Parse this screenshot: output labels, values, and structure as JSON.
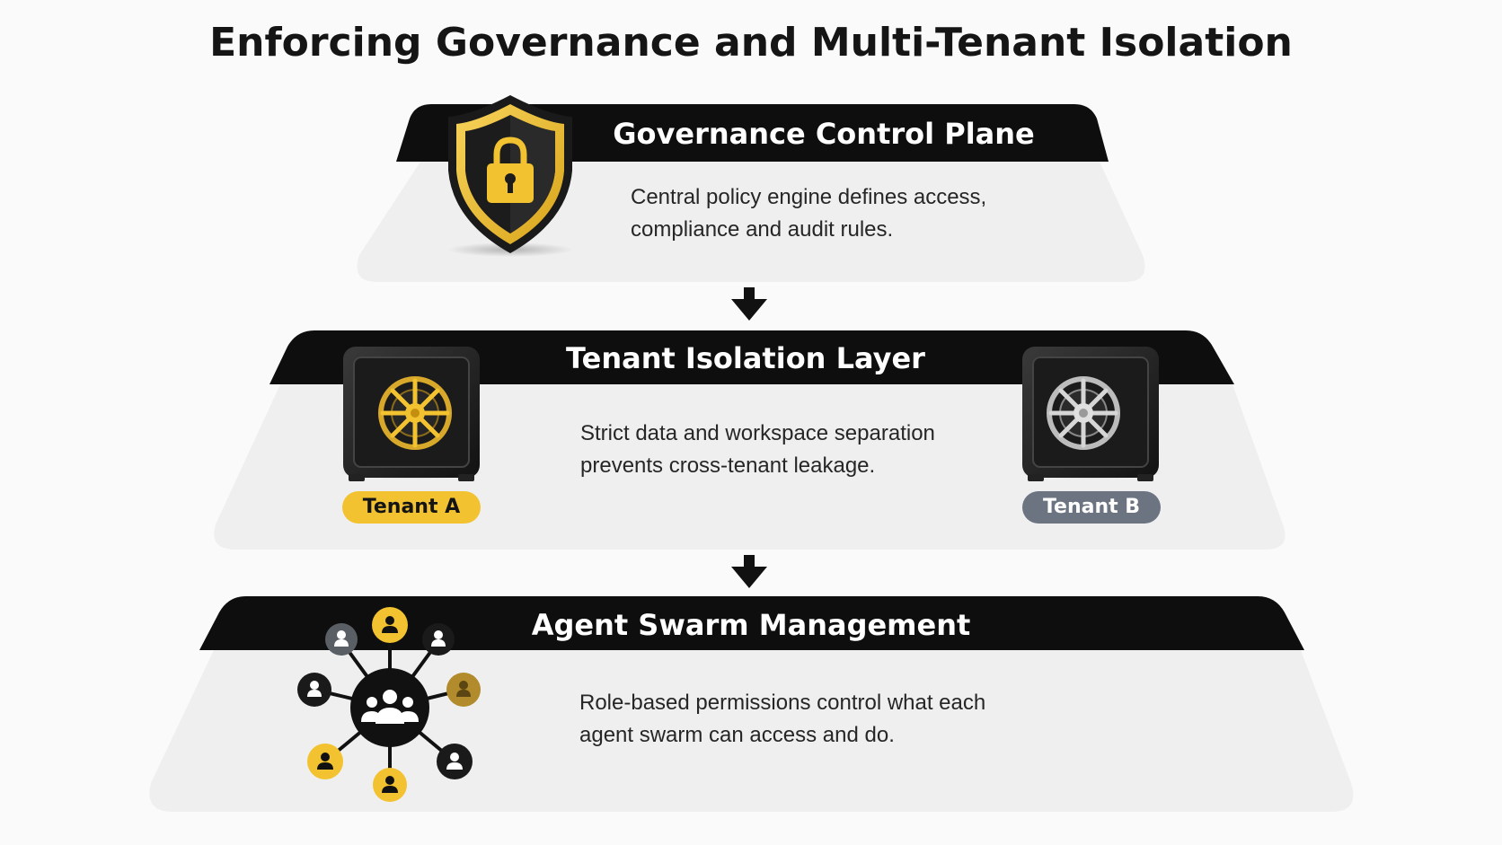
{
  "title": "Enforcing Governance and Multi-Tenant Isolation",
  "colors": {
    "accent_gold": "#f2c230",
    "band_black": "#0e0e0e",
    "panel_grey": "#efefef",
    "tenant_b_grey": "#6b7480"
  },
  "tiers": [
    {
      "heading": "Governance Control Plane",
      "description": "Central policy engine defines access, compliance and audit rules.",
      "icon": "shield-lock-icon"
    },
    {
      "heading": "Tenant Isolation Layer",
      "description": "Strict data and workspace separation prevents cross-tenant leakage.",
      "icon": "vault-icon",
      "tenants": [
        {
          "label": "Tenant A",
          "icon": "gold-vault-icon"
        },
        {
          "label": "Tenant B",
          "icon": "silver-vault-icon"
        }
      ]
    },
    {
      "heading": "Agent Swarm Management",
      "description": "Role-based permissions control what each agent swarm can access and do.",
      "icon": "agent-network-icon"
    }
  ],
  "connectors": [
    "down-arrow-icon",
    "down-arrow-icon"
  ]
}
